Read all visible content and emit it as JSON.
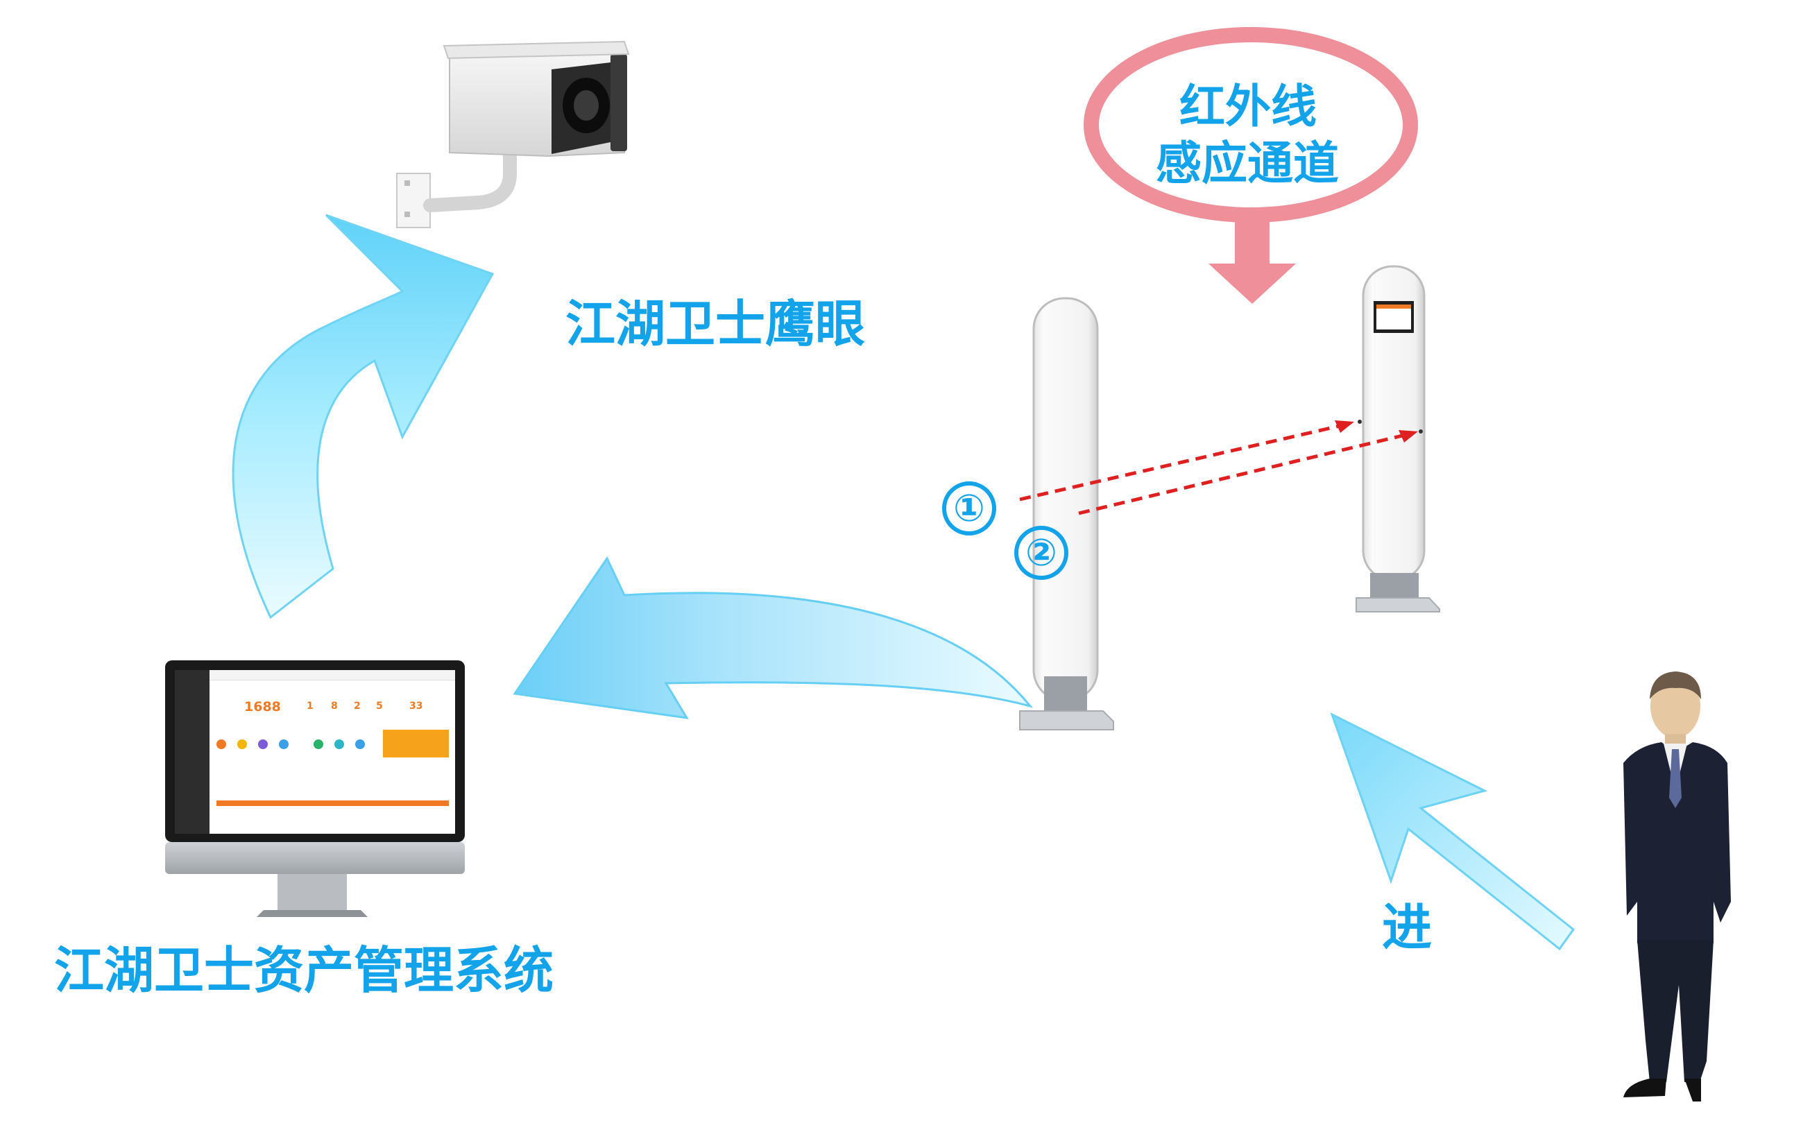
{
  "labels": {
    "camera": "江湖卫士鹰眼",
    "system": "江湖卫士资产管理系统",
    "enter": "进",
    "infrared_line1": "红外线",
    "infrared_line2": "感应通道"
  },
  "sensors": [
    "①",
    "②"
  ],
  "screen": {
    "big_number": "1688",
    "stats": [
      "1",
      "8",
      "2",
      "5"
    ],
    "side_stat": "33"
  },
  "colors": {
    "label_blue": "#12a3ea",
    "arrow_blue": "#7fdcfb",
    "bubble_pink": "#ee8f9a",
    "laser_red": "#e02020",
    "dashboard_orange": "#f07a24"
  }
}
